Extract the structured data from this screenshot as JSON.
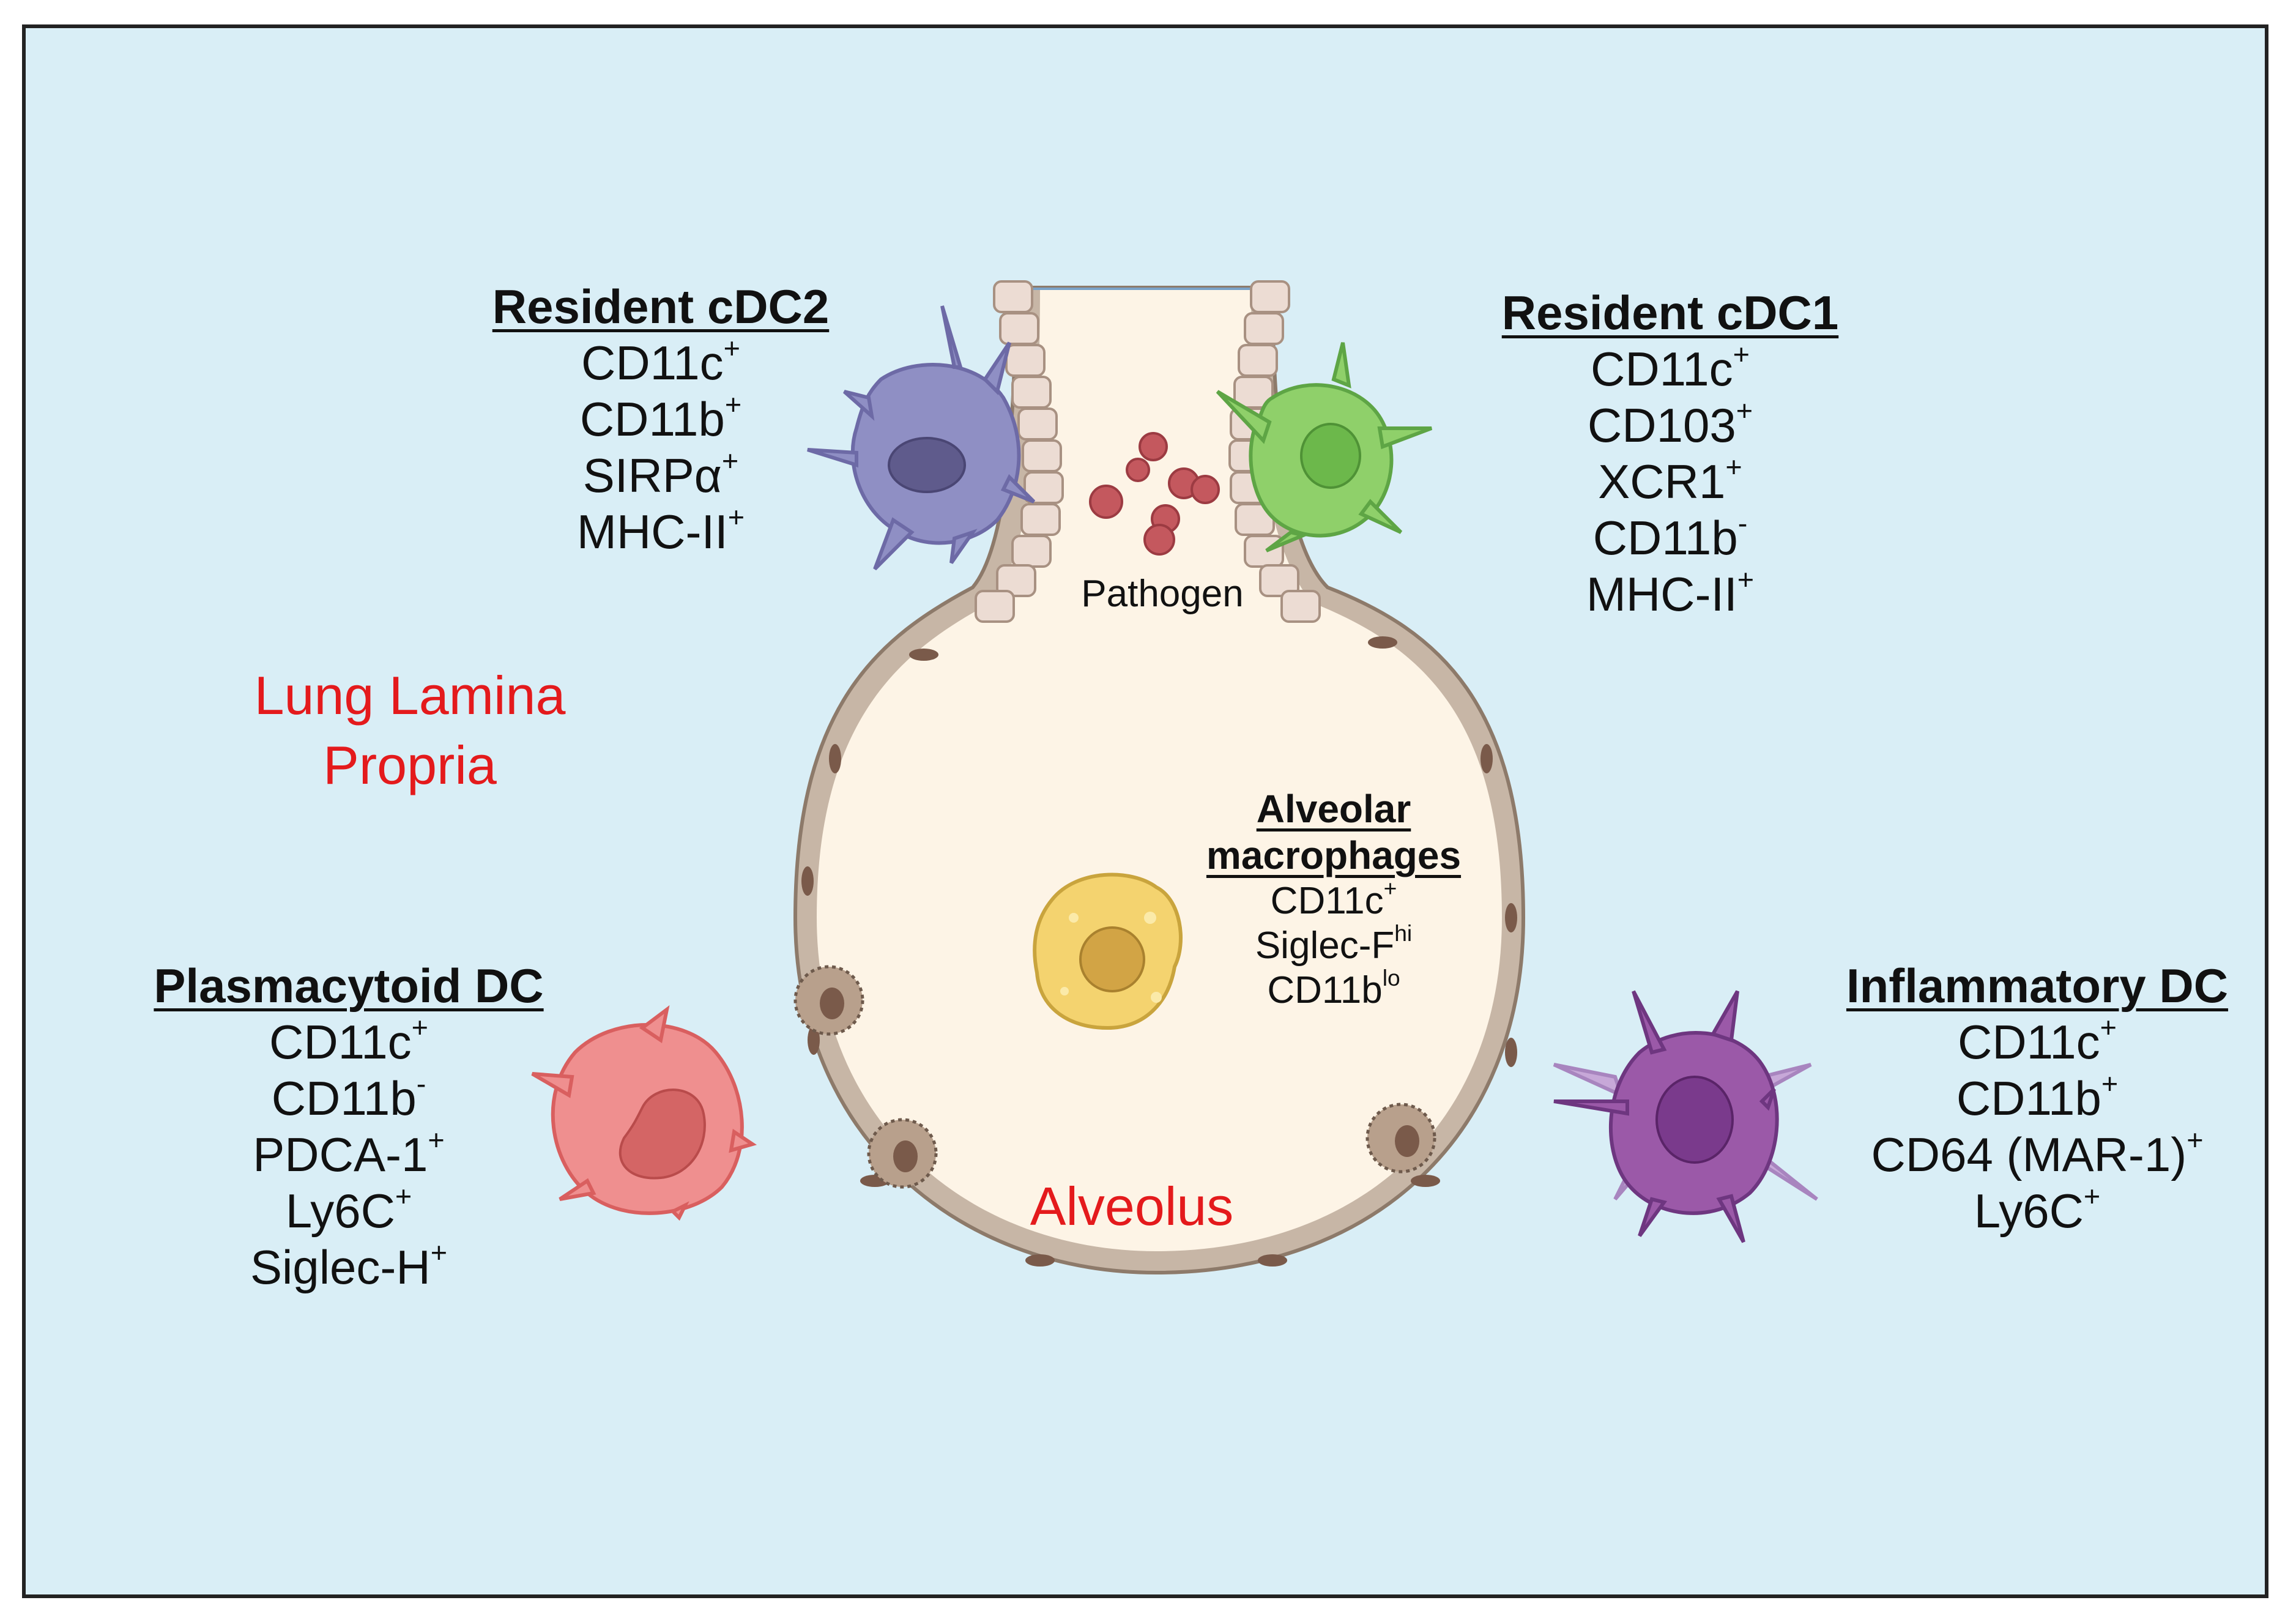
{
  "regions": {
    "lamina": [
      "Lung Lamina",
      "Propria"
    ],
    "alveolus": "Alveolus"
  },
  "pathogen_label": "Pathogen",
  "cells": {
    "resident_cdc2": {
      "title": "Resident cDC2",
      "markers": [
        {
          "name": "CD11c",
          "sup": "+"
        },
        {
          "name": "CD11b",
          "sup": "+"
        },
        {
          "name": "SIRPα",
          "sup": "+"
        },
        {
          "name": "MHC-II",
          "sup": "+"
        }
      ],
      "color": "#8f8fc4"
    },
    "resident_cdc1": {
      "title": "Resident cDC1",
      "markers": [
        {
          "name": "CD11c",
          "sup": "+"
        },
        {
          "name": "CD103",
          "sup": "+"
        },
        {
          "name": "XCR1",
          "sup": "+"
        },
        {
          "name": "CD11b",
          "sup": "-"
        },
        {
          "name": "MHC-II",
          "sup": "+"
        }
      ],
      "color": "#8fd06a"
    },
    "alveolar_macrophages": {
      "title_lines": [
        "Alveolar",
        "macrophages"
      ],
      "markers": [
        {
          "name": "CD11c",
          "sup": "+"
        },
        {
          "name": "Siglec-F",
          "sup": "hi"
        },
        {
          "name": "CD11b",
          "sup": "lo"
        }
      ],
      "color": "#f4d36f"
    },
    "plasmacytoid_dc": {
      "title": "Plasmacytoid DC",
      "markers": [
        {
          "name": "CD11c",
          "sup": "+"
        },
        {
          "name": "CD11b",
          "sup": "-"
        },
        {
          "name": "PDCA-1",
          "sup": "+"
        },
        {
          "name": "Ly6C",
          "sup": "+"
        },
        {
          "name": "Siglec-H",
          "sup": "+"
        }
      ],
      "color": "#ef8f8f"
    },
    "inflammatory_dc": {
      "title": "Inflammatory DC",
      "markers": [
        {
          "name": "CD11c",
          "sup": "+"
        },
        {
          "name": "CD11b",
          "sup": "+"
        },
        {
          "name": "CD64 (MAR-1)",
          "sup": "+"
        },
        {
          "name": "Ly6C",
          "sup": "+"
        }
      ],
      "color": "#9b59a8"
    }
  },
  "colors": {
    "background": "#d9eef6",
    "alveolus_lumen": "#fdf4e6",
    "epithelium": "#c9b8a8",
    "region_label": "#e41a1c",
    "pathogen": "#c4585e"
  }
}
